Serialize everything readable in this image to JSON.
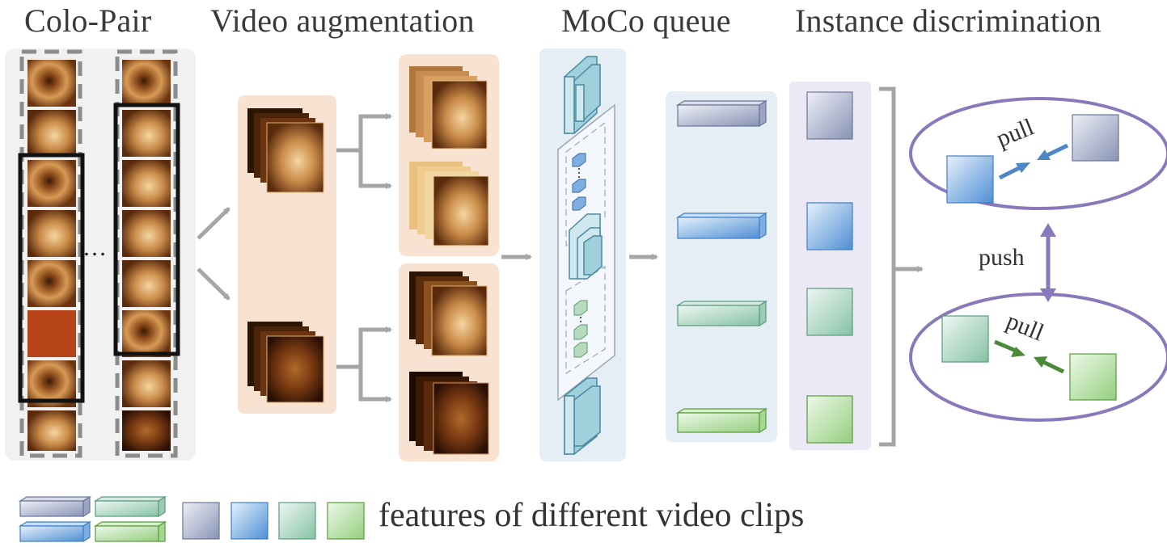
{
  "titles": {
    "colo_pair": "Colo-Pair",
    "video_augmentation": "Video augmentation",
    "moco_queue": "MoCo queue",
    "instance_discrimination": "Instance discrimination"
  },
  "labels": {
    "pull_top": "pull",
    "pull_bottom": "pull",
    "push": "push",
    "ellipsis": "…"
  },
  "legend": {
    "text": "features of different video clips"
  },
  "colors": {
    "feature_1": "#b7bfd6",
    "feature_2": "#9cc3ea",
    "feature_3": "#b6dccb",
    "feature_4": "#c2e3b2",
    "ellipse": "#8a78bd",
    "arrow_blue": "#4f86c6",
    "arrow_green": "#4c8a3a",
    "gray_arrow": "#a6a6a6",
    "augment_bg": "#f8e3d2",
    "queue_bg": "#e5edf5",
    "disc_bg": "#ece8f5"
  }
}
